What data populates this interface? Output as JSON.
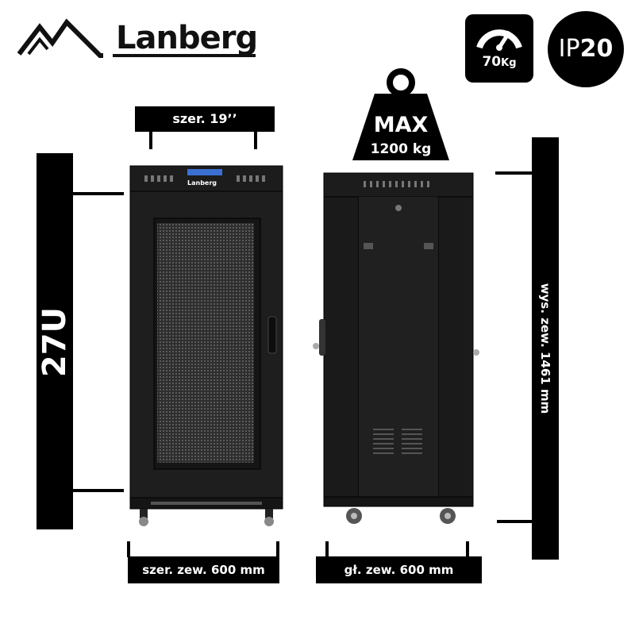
{
  "brand": {
    "name": "Lanberg",
    "cabinet_logo": "Lanberg"
  },
  "badges": {
    "weight_value": "70",
    "weight_unit": "Kg",
    "ip_prefix": "IP",
    "ip_value": "20"
  },
  "max_load": {
    "label": "MAX",
    "value": "1200 kg"
  },
  "dimensions": {
    "rack_width": "szer. 19’’",
    "units": "27U",
    "outer_width": "szer. zew. 600 mm",
    "outer_depth": "gł. zew. 600 mm",
    "outer_height": "wys. zew. 1461 mm"
  },
  "icons": [
    "lanberg-mountain-logo",
    "weight-gauge-icon",
    "weight-icon"
  ]
}
